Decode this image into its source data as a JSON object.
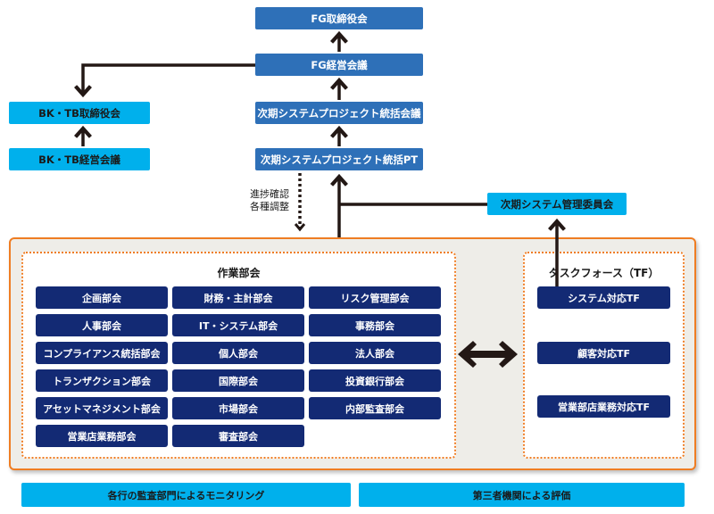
{
  "top_chain": {
    "fg_board": "FG取締役会",
    "fg_management": "FG経営会議",
    "project_council": "次期システムプロジェクト統括会議",
    "project_pt": "次期システムプロジェクト統括PT"
  },
  "bank_chain": {
    "board": "BK・TB取締役会",
    "management": "BK・TB経営会議"
  },
  "management_committee": "次期システム管理委員会",
  "progress_note": {
    "line1": "進捗確認",
    "line2": "各種調整"
  },
  "working_groups": {
    "heading": "作業部会",
    "columns": [
      [
        "企画部会",
        "人事部会",
        "コンプライアンス統括部会",
        "トランザクション部会",
        "アセットマネジメント部会",
        "営業店業務部会"
      ],
      [
        "財務・主計部会",
        "IT・システム部会",
        "個人部会",
        "国際部会",
        "市場部会",
        "審査部会"
      ],
      [
        "リスク管理部会",
        "事務部会",
        "法人部会",
        "投資銀行部会",
        "内部監査部会"
      ]
    ]
  },
  "task_force": {
    "heading": "タスクフォース（TF）",
    "items": [
      "システム対応TF",
      "顧客対応TF",
      "営業部店業務対応TF"
    ]
  },
  "bottom": {
    "left": "各行の監査部門によるモニタリング",
    "right": "第三者機関による評価"
  },
  "colors": {
    "fg_blue": "#2e70b8",
    "cyan": "#00b0ec",
    "navy": "#132a74",
    "orange": "#ef7d23",
    "panel_bg": "#eeede8",
    "arrow": "#231815"
  }
}
